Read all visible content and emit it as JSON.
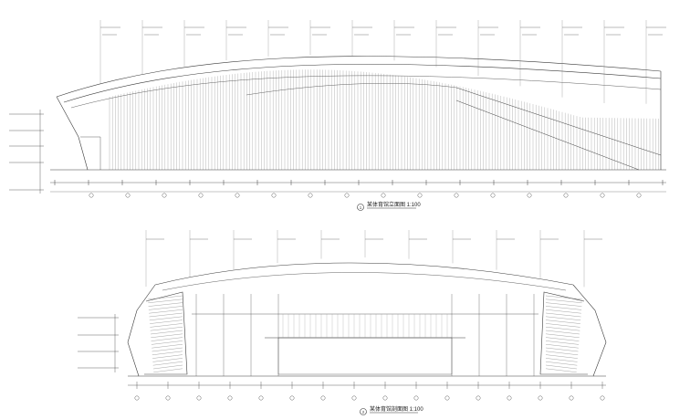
{
  "drawings": [
    {
      "id": "elevation-1",
      "marker": "1",
      "title": "某体育馆立面图  1:100"
    },
    {
      "id": "section-2",
      "marker": "2",
      "title": "某体育馆剖面图  1:100"
    }
  ],
  "colors": {
    "line": "#3a3a3a",
    "light": "#8a8a8a",
    "paper": "#ffffff"
  }
}
